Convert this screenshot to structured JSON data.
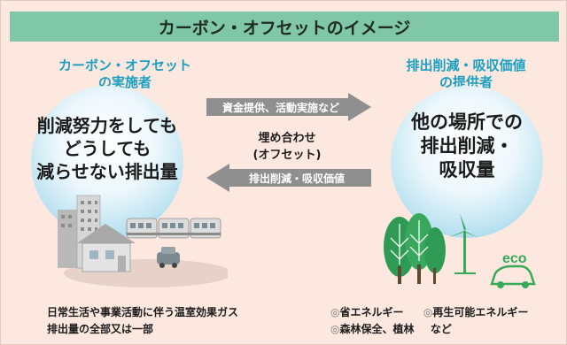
{
  "title": "カーボン・オフセットのイメージ",
  "left": {
    "role_line1": "カーボン・オフセット",
    "role_line2": "の実施者",
    "circle_line1": "削減努力をしても",
    "circle_line2": "どうしても",
    "circle_line3": "減らせない排出量"
  },
  "right": {
    "role_line1": "排出削減・吸収価値",
    "role_line2": "の提供者",
    "circle_line1": "他の場所での",
    "circle_line2": "排出削減・",
    "circle_line3": "吸収量"
  },
  "arrows": {
    "top_label": "資金提供、活動実施など",
    "bottom_label": "排出削減・吸収価値"
  },
  "center": {
    "line1": "埋め合わせ",
    "line2": "(オフセット)"
  },
  "captions": {
    "left_line1": "日常生活や事業活動に伴う温室効果ガス",
    "left_line2": "排出量の全部又は一部",
    "right_item1": "省エネルギー",
    "right_item2": "再生可能エネルギー",
    "right_item3": "森林保全、植林",
    "right_item3_suffix": "など",
    "bullet": "◎"
  },
  "eco_label": "eco",
  "colors": {
    "background": "#fce8df",
    "header": "#7fc7a6",
    "role_text": "#1aa0c2",
    "arrow": "#8f8f8f",
    "tree": "#2f9a54",
    "eco": "#39a95a"
  }
}
